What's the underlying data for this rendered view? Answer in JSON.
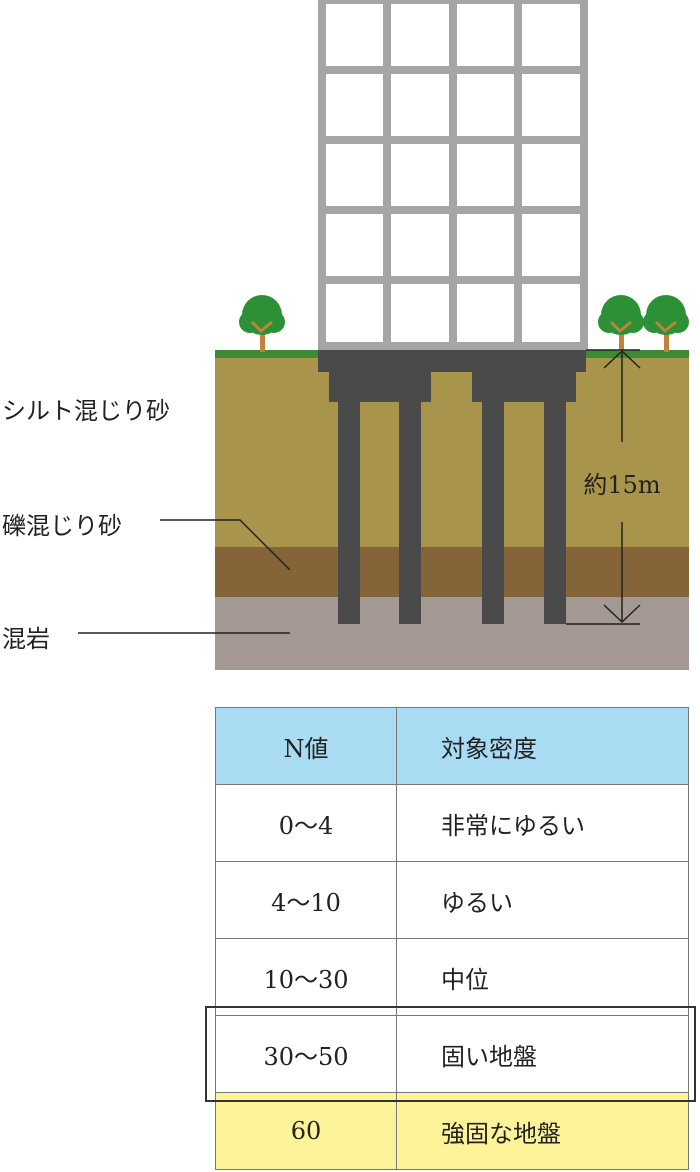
{
  "layers": [
    {
      "label": "シルト混じり砂",
      "color": "#a9944b"
    },
    {
      "label": "礫混じり砂",
      "color": "#866439"
    },
    {
      "label": "混岩",
      "color": "#a49992"
    }
  ],
  "depth_label": "約15m",
  "colors": {
    "grass": "#3d8a35",
    "building": "#a5a5a5",
    "foundation": "#4a4a4a",
    "tree_crown": "#2c9136",
    "tree_trunk": "#c2823a",
    "table_header": "#a9dcf3",
    "table_highlight": "#fdf49a"
  },
  "table": {
    "headers": [
      "N値",
      "対象密度"
    ],
    "rows": [
      [
        "0〜4",
        "非常にゆるい"
      ],
      [
        "4〜10",
        "ゆるい"
      ],
      [
        "10〜30",
        "中位"
      ],
      [
        "30〜50",
        "固い地盤"
      ],
      [
        "60",
        "強固な地盤"
      ]
    ],
    "boxed_row": "30〜50",
    "highlighted_row": "60"
  }
}
